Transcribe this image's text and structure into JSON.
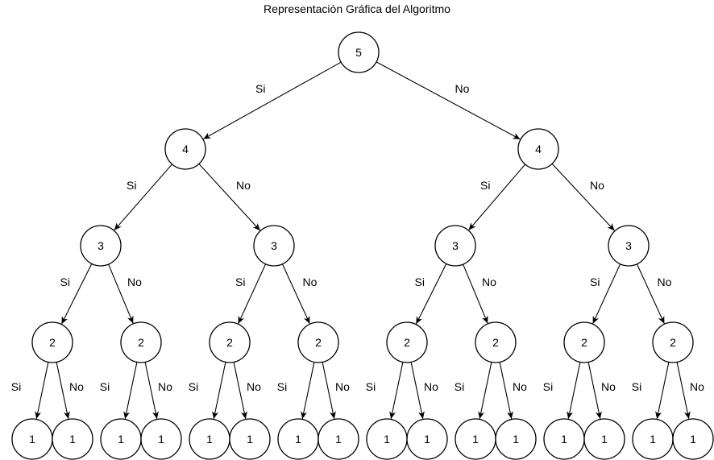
{
  "title": "Representación Gráfica del Algoritmo",
  "colors": {
    "stroke": "#000000",
    "fill": "#ffffff",
    "text": "#000000"
  },
  "tree": {
    "nodes": [
      {
        "id": 0,
        "label": "5"
      },
      {
        "id": 1,
        "label": "4"
      },
      {
        "id": 2,
        "label": "4"
      },
      {
        "id": 3,
        "label": "3"
      },
      {
        "id": 4,
        "label": "3"
      },
      {
        "id": 5,
        "label": "3"
      },
      {
        "id": 6,
        "label": "3"
      },
      {
        "id": 7,
        "label": "2"
      },
      {
        "id": 8,
        "label": "2"
      },
      {
        "id": 9,
        "label": "2"
      },
      {
        "id": 10,
        "label": "2"
      },
      {
        "id": 11,
        "label": "2"
      },
      {
        "id": 12,
        "label": "2"
      },
      {
        "id": 13,
        "label": "2"
      },
      {
        "id": 14,
        "label": "2"
      },
      {
        "id": 15,
        "label": "1"
      },
      {
        "id": 16,
        "label": "1"
      },
      {
        "id": 17,
        "label": "1"
      },
      {
        "id": 18,
        "label": "1"
      },
      {
        "id": 19,
        "label": "1"
      },
      {
        "id": 20,
        "label": "1"
      },
      {
        "id": 21,
        "label": "1"
      },
      {
        "id": 22,
        "label": "1"
      },
      {
        "id": 23,
        "label": "1"
      },
      {
        "id": 24,
        "label": "1"
      },
      {
        "id": 25,
        "label": "1"
      },
      {
        "id": 26,
        "label": "1"
      },
      {
        "id": 27,
        "label": "1"
      },
      {
        "id": 28,
        "label": "1"
      },
      {
        "id": 29,
        "label": "1"
      },
      {
        "id": 30,
        "label": "1"
      }
    ],
    "edges": [
      {
        "from": 0,
        "to": 1,
        "label": "Si"
      },
      {
        "from": 0,
        "to": 2,
        "label": "No"
      },
      {
        "from": 1,
        "to": 3,
        "label": "Si"
      },
      {
        "from": 1,
        "to": 4,
        "label": "No"
      },
      {
        "from": 2,
        "to": 5,
        "label": "Si"
      },
      {
        "from": 2,
        "to": 6,
        "label": "No"
      },
      {
        "from": 3,
        "to": 7,
        "label": "Si"
      },
      {
        "from": 3,
        "to": 8,
        "label": "No"
      },
      {
        "from": 4,
        "to": 9,
        "label": "Si"
      },
      {
        "from": 4,
        "to": 10,
        "label": "No"
      },
      {
        "from": 5,
        "to": 11,
        "label": "Si"
      },
      {
        "from": 5,
        "to": 12,
        "label": "No"
      },
      {
        "from": 6,
        "to": 13,
        "label": "Si"
      },
      {
        "from": 6,
        "to": 14,
        "label": "No"
      },
      {
        "from": 7,
        "to": 15,
        "label": "Si"
      },
      {
        "from": 7,
        "to": 16,
        "label": "No"
      },
      {
        "from": 8,
        "to": 17,
        "label": "Si"
      },
      {
        "from": 8,
        "to": 18,
        "label": "No"
      },
      {
        "from": 9,
        "to": 19,
        "label": "Si"
      },
      {
        "from": 9,
        "to": 20,
        "label": "No"
      },
      {
        "from": 10,
        "to": 21,
        "label": "Si"
      },
      {
        "from": 10,
        "to": 22,
        "label": "No"
      },
      {
        "from": 11,
        "to": 23,
        "label": "Si"
      },
      {
        "from": 11,
        "to": 24,
        "label": "No"
      },
      {
        "from": 12,
        "to": 25,
        "label": "Si"
      },
      {
        "from": 12,
        "to": 26,
        "label": "No"
      },
      {
        "from": 13,
        "to": 27,
        "label": "Si"
      },
      {
        "from": 13,
        "to": 28,
        "label": "No"
      },
      {
        "from": 14,
        "to": 29,
        "label": "Si"
      },
      {
        "from": 14,
        "to": 30,
        "label": "No"
      }
    ]
  }
}
